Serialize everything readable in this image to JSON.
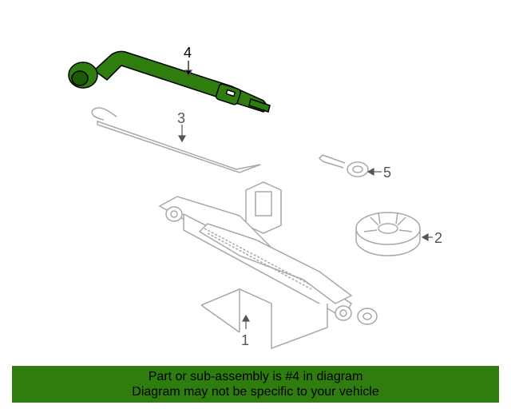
{
  "callouts": {
    "jack": "1",
    "spacer": "2",
    "handle": "3",
    "wrench": "4",
    "eye_bolt": "5"
  },
  "banner": {
    "line1": "Part or sub-assembly is #4 in diagram",
    "line2": "Diagram may not be specific to your vehicle"
  },
  "colors": {
    "highlight": "#2f7d0f",
    "line": "#a8a8a8"
  }
}
